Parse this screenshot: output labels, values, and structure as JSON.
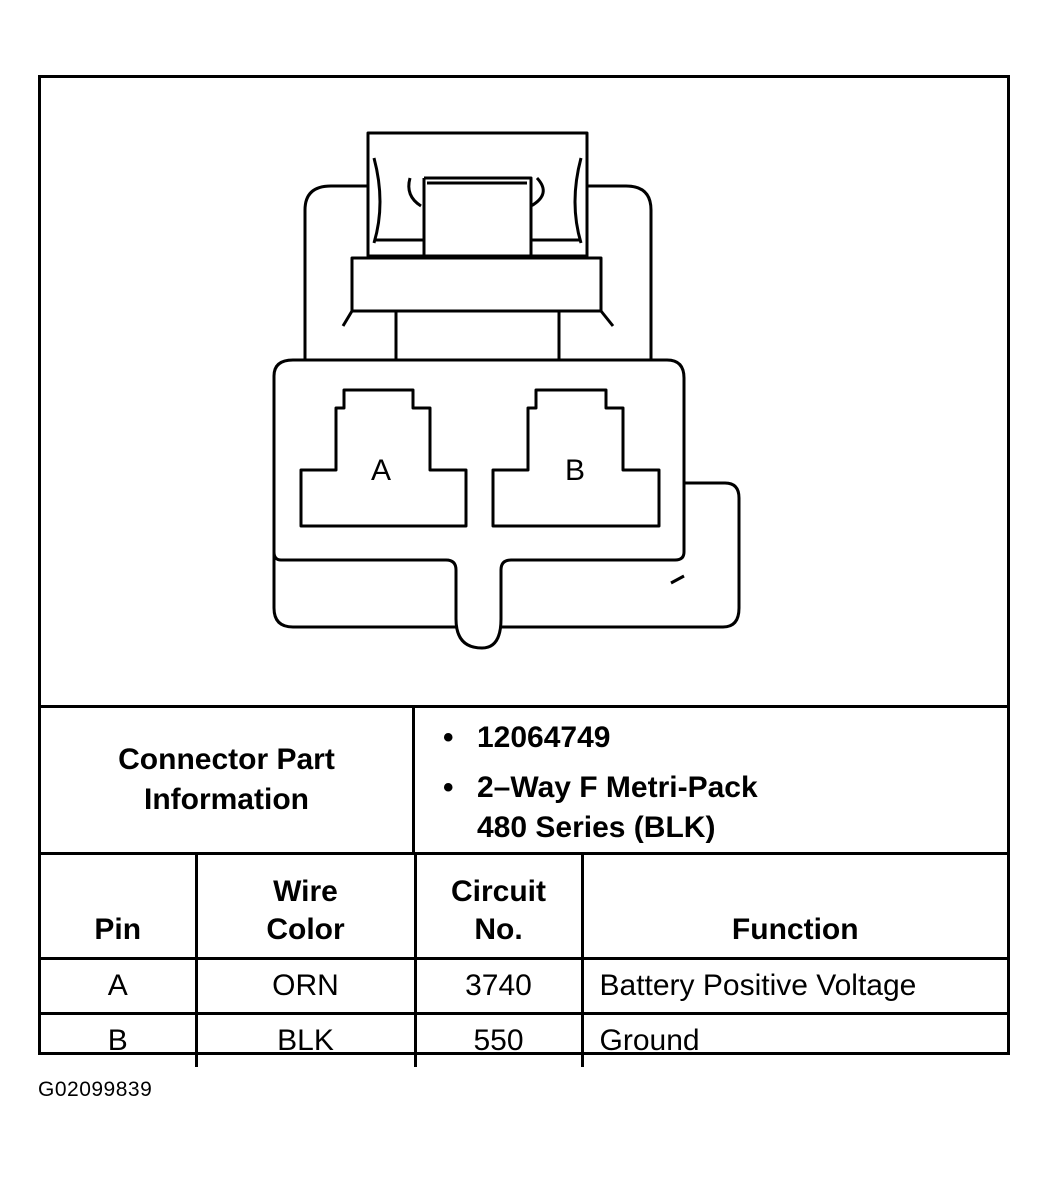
{
  "connector": {
    "pins": [
      "A",
      "B"
    ]
  },
  "info": {
    "label_line1": "Connector Part",
    "label_line2": "Information",
    "items": [
      {
        "line1": "12064749",
        "line2": ""
      },
      {
        "line1": "2–Way F Metri-Pack",
        "line2": "480 Series (BLK)"
      }
    ]
  },
  "table": {
    "headers": {
      "pin": "Pin",
      "wire_line1": "Wire",
      "wire_line2": "Color",
      "circuit_line1": "Circuit",
      "circuit_line2": "No.",
      "function": "Function"
    },
    "rows": [
      {
        "pin": "A",
        "wire": "ORN",
        "circuit": "3740",
        "function": "Battery Positive Voltage"
      },
      {
        "pin": "B",
        "wire": "BLK",
        "circuit": "550",
        "function": "Ground"
      }
    ]
  },
  "diagram_id": "G02099839"
}
